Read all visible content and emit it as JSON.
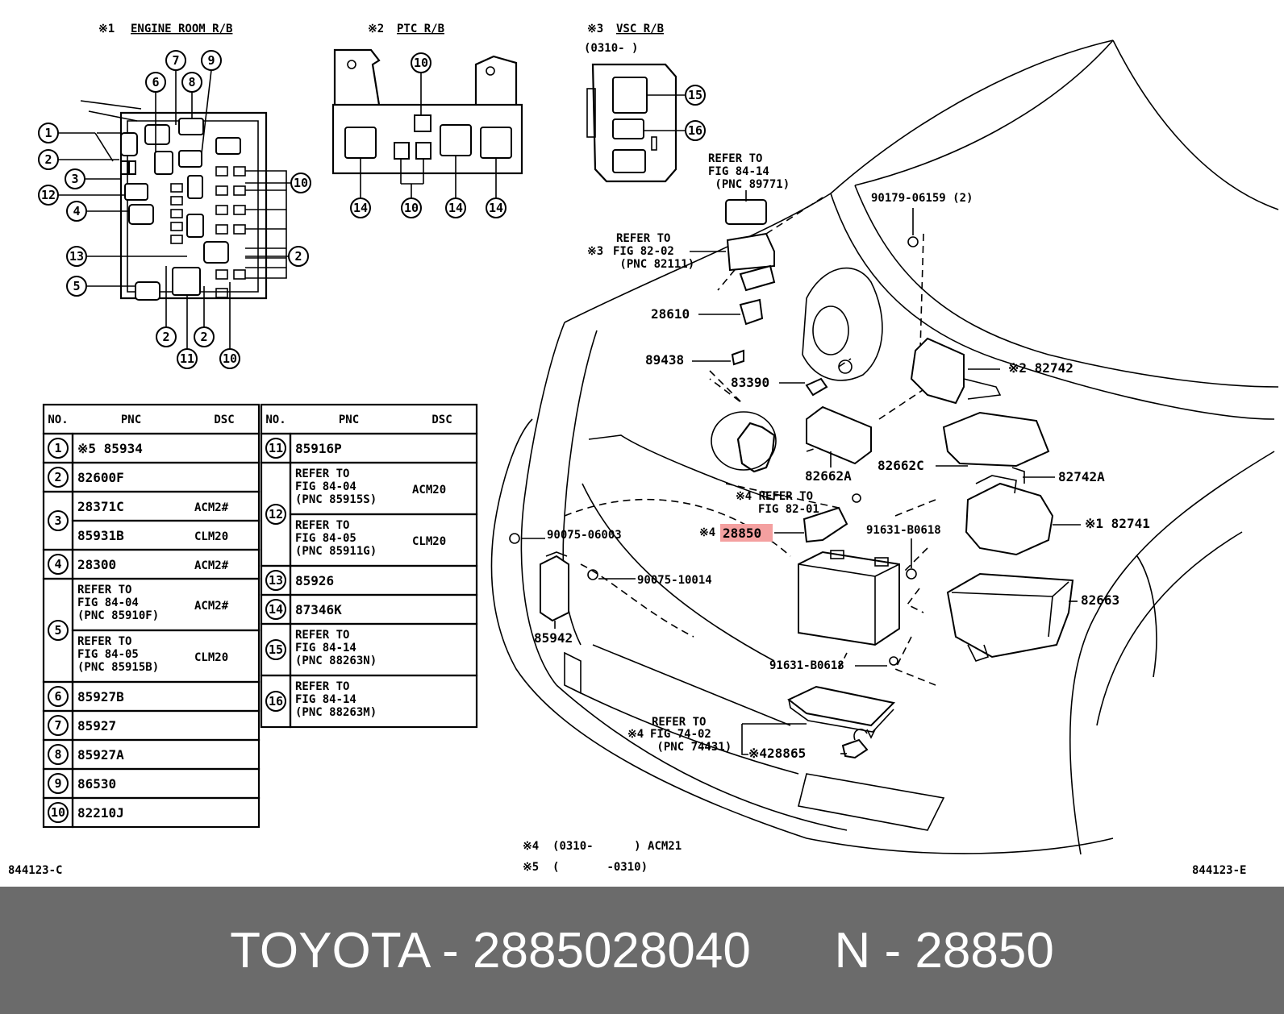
{
  "insets": {
    "engine_room_rb": {
      "mark": "※1",
      "title": "ENGINE ROOM R/B"
    },
    "ptc_rb": {
      "mark": "※2",
      "title": "PTC R/B"
    },
    "vsc_rb": {
      "mark": "※3",
      "title": "VSC R/B",
      "range": "(0310-     )"
    }
  },
  "callout_numbers": [
    "1",
    "2",
    "3",
    "4",
    "5",
    "6",
    "7",
    "8",
    "9",
    "10",
    "11",
    "12",
    "13",
    "14",
    "15",
    "16"
  ],
  "table_headers": {
    "no": "NO.",
    "pnc": "PNC",
    "dsc": "DSC"
  },
  "table_left": [
    {
      "no": "1",
      "pnc": "※5 85934",
      "dsc": ""
    },
    {
      "no": "2",
      "pnc": "82600F",
      "dsc": ""
    },
    {
      "no": "3",
      "pnc": "28371C",
      "dsc": "ACM2#"
    },
    {
      "no": "",
      "pnc": "85931B",
      "dsc": "CLM20"
    },
    {
      "no": "4",
      "pnc": "28300",
      "dsc": "ACM2#"
    },
    {
      "no": "5",
      "pnc_lines": [
        "REFER TO",
        "FIG 84-04",
        " (PNC 85910F)"
      ],
      "dsc": "ACM2#"
    },
    {
      "no": "",
      "pnc_lines": [
        "REFER TO",
        "FIG 84-05",
        " (PNC 85915B)"
      ],
      "dsc": "CLM20"
    },
    {
      "no": "6",
      "pnc": "85927B",
      "dsc": ""
    },
    {
      "no": "7",
      "pnc": "85927",
      "dsc": ""
    },
    {
      "no": "8",
      "pnc": "85927A",
      "dsc": ""
    },
    {
      "no": "9",
      "pnc": "86530",
      "dsc": ""
    },
    {
      "no": "10",
      "pnc": "82210J",
      "dsc": ""
    }
  ],
  "table_right": [
    {
      "no": "11",
      "pnc": "85916P",
      "dsc": ""
    },
    {
      "no": "12",
      "pnc_lines": [
        "REFER TO",
        "FIG 84-04",
        " (PNC 85915S)"
      ],
      "dsc": "ACM20"
    },
    {
      "no": "",
      "pnc_lines": [
        "REFER TO",
        "FIG 84-05",
        " (PNC 85911G)"
      ],
      "dsc": "CLM20"
    },
    {
      "no": "13",
      "pnc": "85926",
      "dsc": ""
    },
    {
      "no": "14",
      "pnc": "87346K",
      "dsc": ""
    },
    {
      "no": "15",
      "pnc_lines": [
        "REFER TO",
        "FIG 84-14",
        " (PNC 88263N)"
      ],
      "dsc": ""
    },
    {
      "no": "16",
      "pnc_lines": [
        "REFER TO",
        "FIG 84-14",
        " (PNC 88263M)"
      ],
      "dsc": ""
    }
  ],
  "refer_blocks": {
    "fig84_14": [
      "REFER TO",
      "FIG 84-14",
      " (PNC 89771)"
    ],
    "fig82_02": [
      "REFER TO",
      "FIG 82-02",
      " (PNC 82111)"
    ],
    "fig82_02_mark": "※3",
    "fig82_01": [
      "※4 REFER TO",
      "FIG 82-01"
    ],
    "fig74_02": [
      "REFER TO",
      "FIG 74-02",
      " (PNC 74431)"
    ],
    "fig74_02_mark": "※4"
  },
  "part_labels": {
    "p90179": "90179-06159 (2)",
    "p28610": "28610",
    "p89438": "89438",
    "p83390": "83390",
    "p82742": "※2 82742",
    "p82662A": "82662A",
    "p82662C": "82662C",
    "p82742A": "82742A",
    "p28850_mark": "※4",
    "p28850": "28850",
    "p91631a": "91631-B0618",
    "p82741": "※1 82741",
    "p90075a": "90075-06003",
    "p90075b": "90075-10014",
    "p82663": "82663",
    "p85942": "85942",
    "p91631b": "91631-B0618",
    "p28865": "※428865"
  },
  "highlight_color": "#f4a0a0",
  "notes": [
    "※4  (0310-      ) ACM21",
    "※5  (       -0310)"
  ],
  "codes": {
    "left": "844123-C",
    "right": "844123-E"
  },
  "footer": {
    "brand_part": "TOYOTA - 2885028040",
    "pnc": "N - 28850"
  }
}
